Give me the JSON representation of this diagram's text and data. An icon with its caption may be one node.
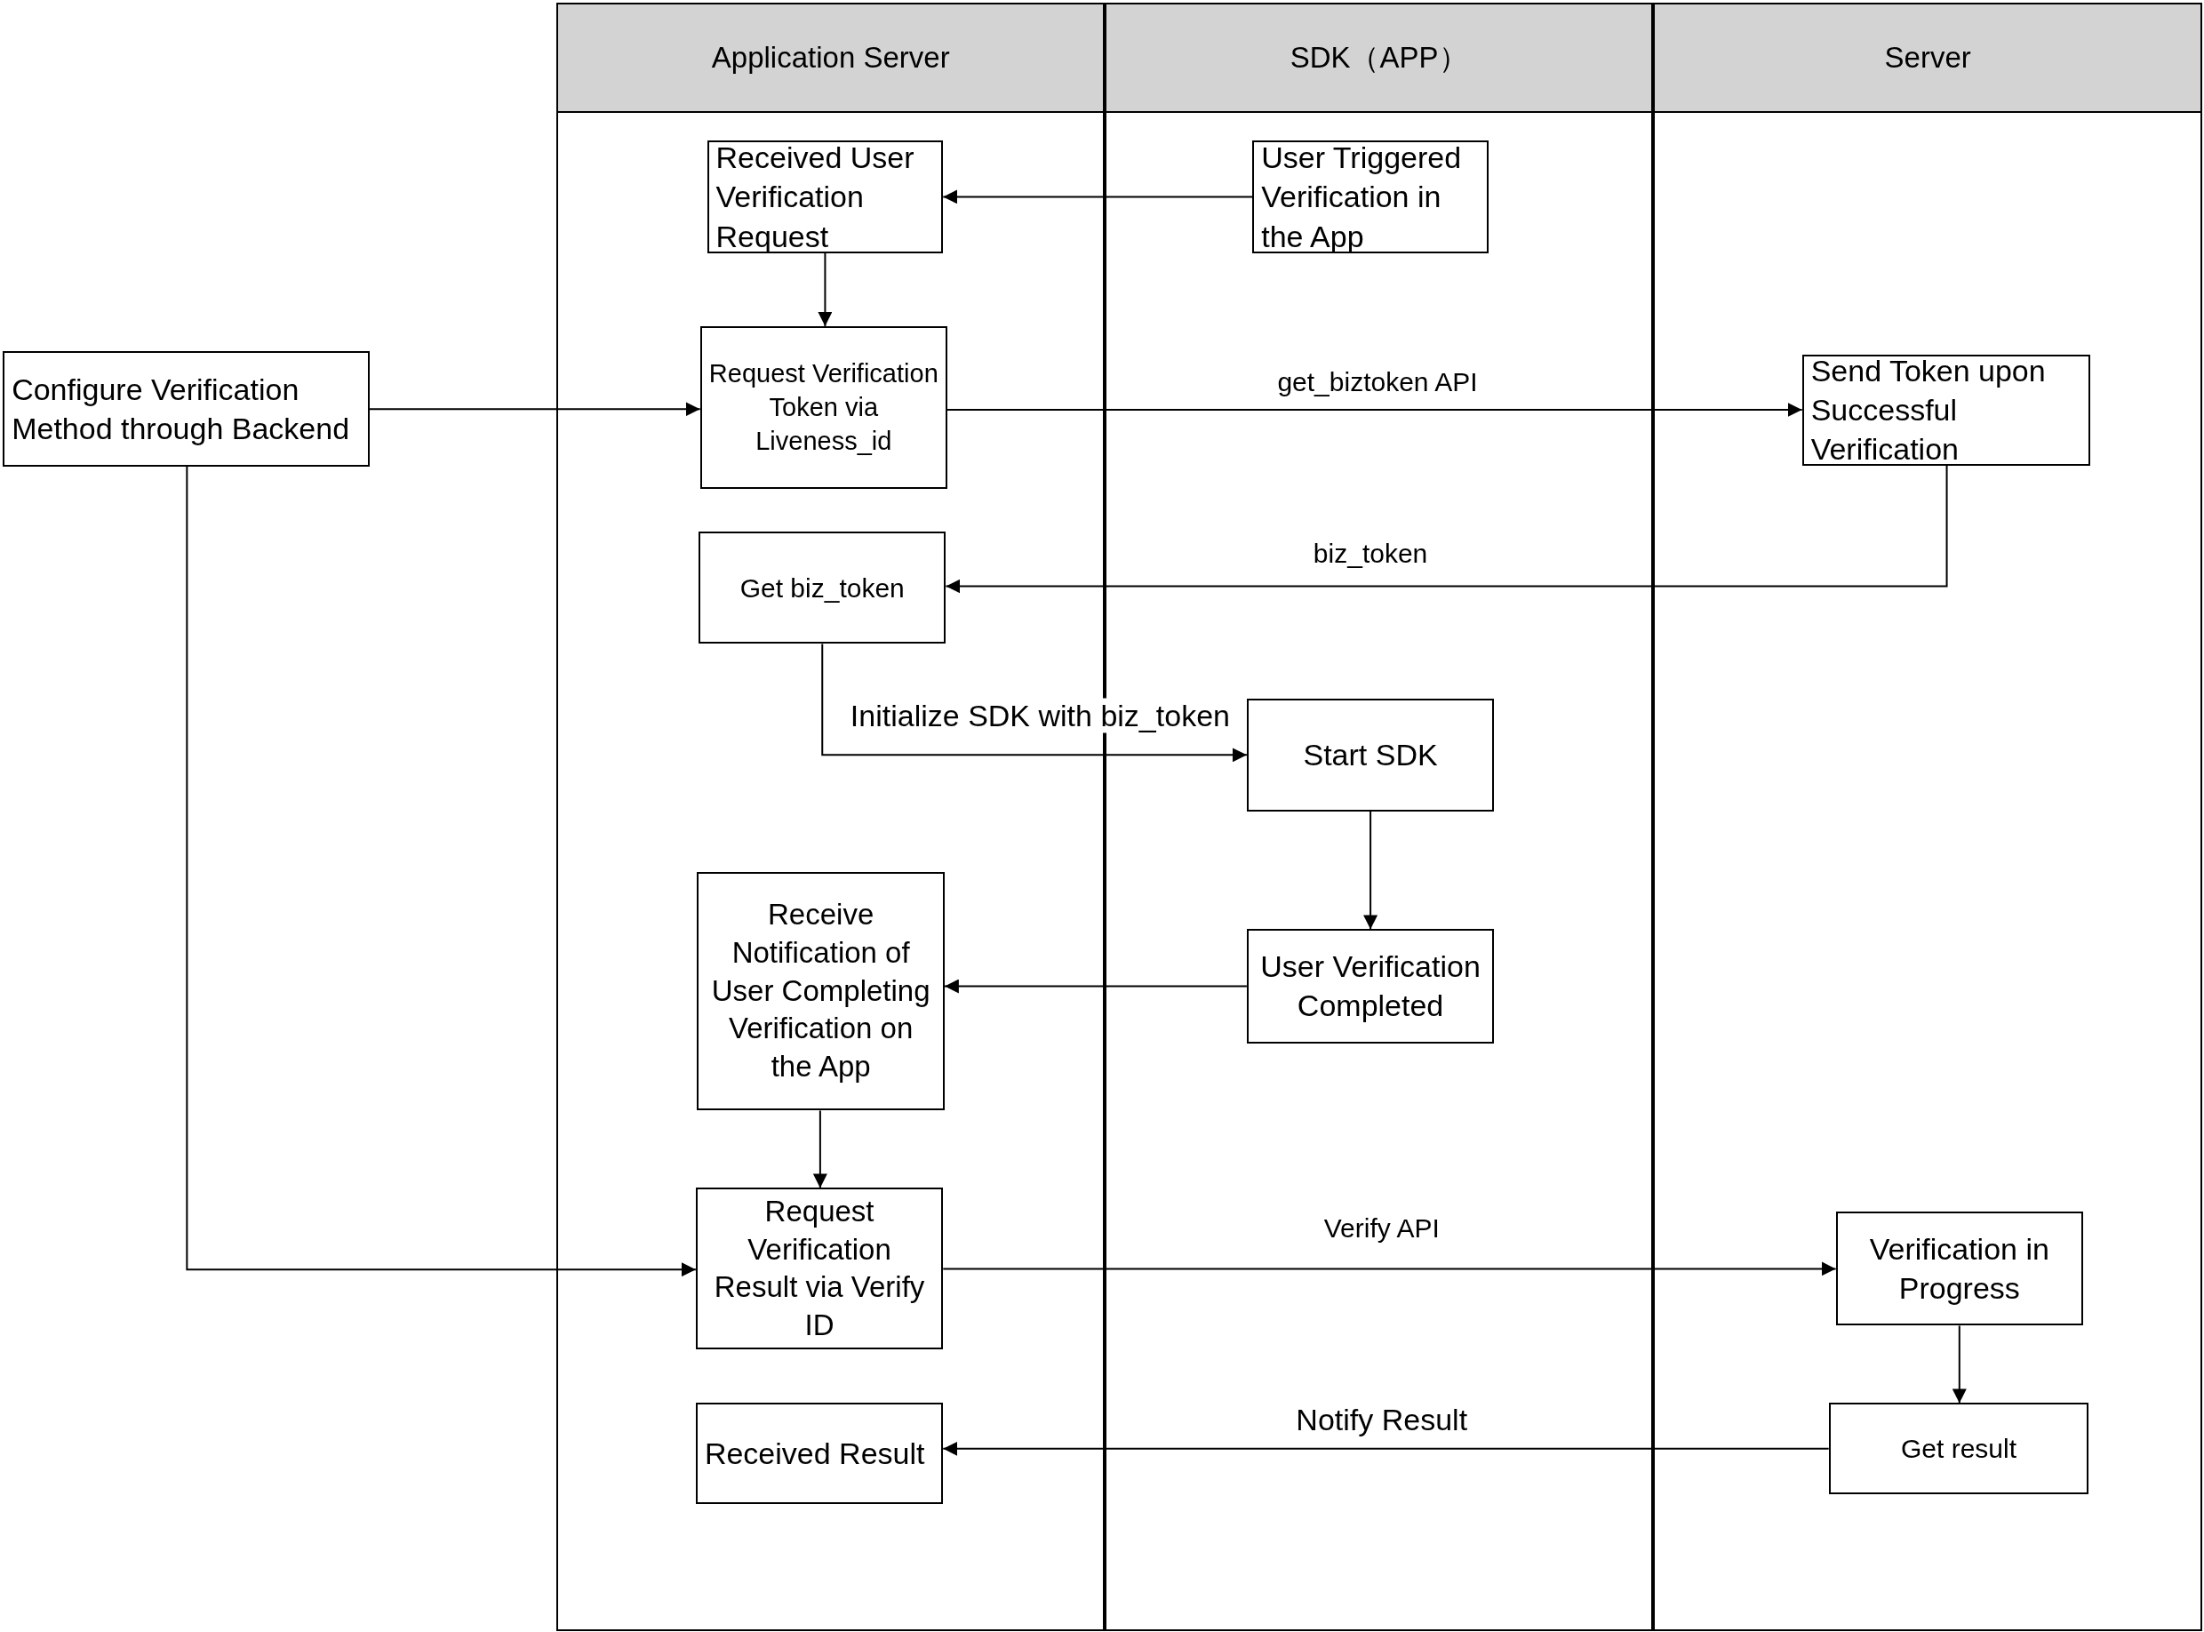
{
  "diagram": {
    "nodes": [
      {
        "text": [
          "Application Server"
        ]
      },
      {
        "text": [
          "SDK（APP）"
        ]
      },
      {
        "text": [
          "Server"
        ]
      },
      {
        "text": [
          "Received User Verification Request"
        ],
        "in": 0
      },
      {
        "text": [
          "User Triggered Verification in the App"
        ],
        "in": 1
      },
      {
        "text": [
          "Configure Verification Method through Backend"
        ]
      },
      {
        "text": [
          "Request Verification Token via Liveness_id"
        ],
        "in": 0
      },
      {
        "text": [
          "Send Token upon Successful Verification"
        ],
        "in": 2
      },
      {
        "text": [
          "Get biz_token"
        ],
        "in": 0
      },
      {
        "text": [
          "Start SDK"
        ],
        "in": 1
      },
      {
        "text": [
          "Receive Notification of User Completing Verification on the App"
        ],
        "in": 0
      },
      {
        "text": [
          "User Verification Completed"
        ],
        "in": 1
      },
      {
        "text": [
          "Request Verification Result via Verify ID"
        ],
        "in": 0
      },
      {
        "text": [
          "Verification in Progress"
        ],
        "in": 2
      },
      {
        "text": [
          "Get result"
        ],
        "in": 2
      },
      {
        "text": [
          "Received Result"
        ],
        "in": 0
      }
    ],
    "edges": [
      {
        "from": 4,
        "to": 3,
        "arrow": "to"
      },
      {
        "from": 3,
        "to": 6,
        "arrow": "to"
      },
      {
        "from": 5,
        "to": 6,
        "arrow": "to"
      },
      {
        "from": 6,
        "to": 7,
        "arrow": "to",
        "label": "get_biztoken API"
      },
      {
        "from": 7,
        "to": 8,
        "arrow": "to",
        "label": "biz_token"
      },
      {
        "from": 8,
        "to": 9,
        "arrow": "to",
        "label": "Initialize SDK with biz_token"
      },
      {
        "from": 9,
        "to": 11,
        "arrow": "to"
      },
      {
        "from": 11,
        "to": 10,
        "arrow": "to"
      },
      {
        "from": 10,
        "to": 12,
        "arrow": "to"
      },
      {
        "from": 5,
        "to": 12,
        "arrow": "to"
      },
      {
        "from": 12,
        "to": 13,
        "arrow": "to",
        "label": "Verify API"
      },
      {
        "from": 13,
        "to": 14,
        "arrow": "to"
      },
      {
        "from": 14,
        "to": 15,
        "arrow": "to",
        "label": "Notify Result"
      }
    ]
  }
}
